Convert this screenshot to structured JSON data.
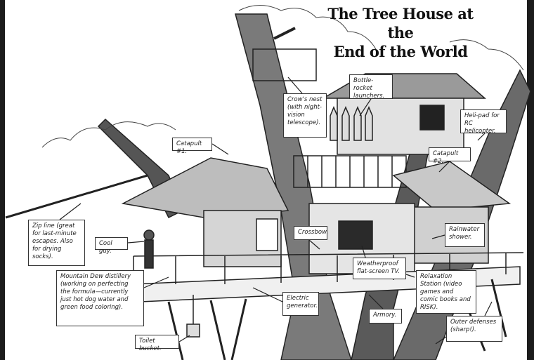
{
  "title": {
    "line1": "The Tree House at the",
    "line2": "End of the World"
  },
  "labels": {
    "crows_nest": "Crow's nest (with night-vision telescope).",
    "bottle_rocket": "Bottle-rocket launchers.",
    "heli_pad": "Heli-pad for RC helicopter.",
    "catapult1": "Catapult #1.",
    "catapult2": "Catapult #2.",
    "zip_line": "Zip line (great for last-minute escapes. Also for drying socks).",
    "cool_guy": "Cool guy.",
    "mountain_dew": "Mountain Dew distillery (working on perfecting the formula—currently just hot dog water and green food coloring).",
    "toilet_bucket": "Toilet bucket.",
    "crossbow": "Crossbow.",
    "tv": "Weatherproof flat-screen TV.",
    "rainwater": "Rainwater shower.",
    "generator": "Electric generator.",
    "relaxation": "Relaxation Station (video games and comic books and RISK).",
    "armory": "Armory.",
    "outer_defenses": "Outer defenses (sharp!)."
  },
  "colors": {
    "ink": "#222222",
    "shade": "#8a8a8a",
    "light": "#cfcfcf",
    "frame": "#1c1c1c"
  }
}
